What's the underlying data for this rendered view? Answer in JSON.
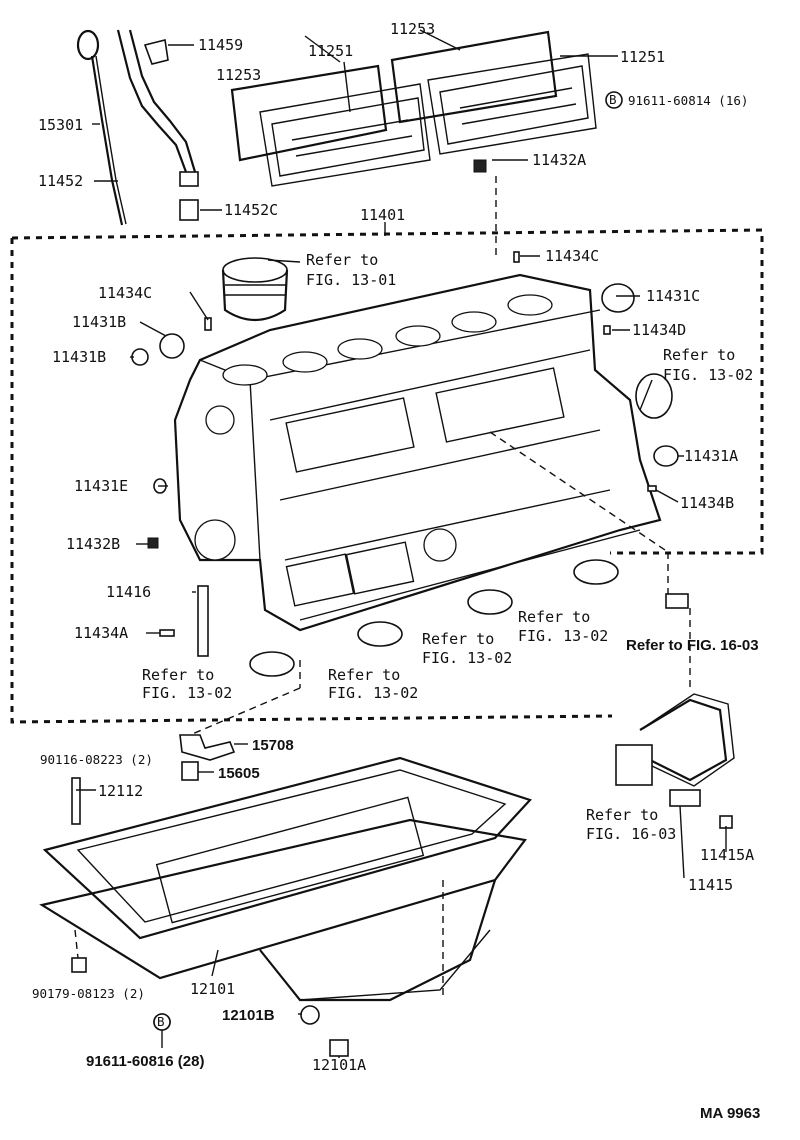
{
  "labels": {
    "l11459": "11459",
    "l11253a": "11253",
    "l11251a": "11251",
    "l11253b": "11253",
    "l11251b": "11251",
    "l91611_60814": "91611-60814 (16)",
    "l15301": "15301",
    "l11452": "11452",
    "l11452c": "11452C",
    "l11432a": "11432A",
    "l11401": "11401",
    "l11434c_top": "11434C",
    "ref_1301_a": "Refer to",
    "ref_1301_b": "FIG. 13-01",
    "l11434c_left": "11434C",
    "l11431c": "11431C",
    "l11431b_a": "11431B",
    "l11434d": "11434D",
    "l11431b_b": "11431B",
    "ref_1302_r_a": "Refer to",
    "ref_1302_r_b": "FIG. 13-02",
    "l11431a": "11431A",
    "l11431e": "11431E",
    "l11434b": "11434B",
    "l11432b": "11432B",
    "l11416": "11416",
    "l11434a": "11434A",
    "ref_1302_c1_a": "Refer to",
    "ref_1302_c1_b": "FIG. 13-02",
    "ref_1302_c2_a": "Refer to",
    "ref_1302_c2_b": "FIG. 13-02",
    "ref_1603_bold": "Refer to FIG. 16-03",
    "ref_1302_l_a": "Refer to",
    "ref_1302_l_b": "FIG. 13-02",
    "ref_1302_m_a": "Refer to",
    "ref_1302_m_b": "FIG. 13-02",
    "l15708": "15708",
    "l15605": "15605",
    "l90116": "90116-08223 (2)",
    "l12112": "12112",
    "ref_1603_a": "Refer to",
    "ref_1603_b": "FIG. 16-03",
    "l11415a": "11415A",
    "l11415": "11415",
    "l90179": "90179-08123 (2)",
    "l12101": "12101",
    "l12101b": "12101B",
    "l91611_60816": "91611-60816 (28)",
    "l12101a": "12101A",
    "figure_code": "MA  9963",
    "badge_b": "B"
  },
  "colors": {
    "ink": "#111111",
    "paper": "#ffffff"
  }
}
